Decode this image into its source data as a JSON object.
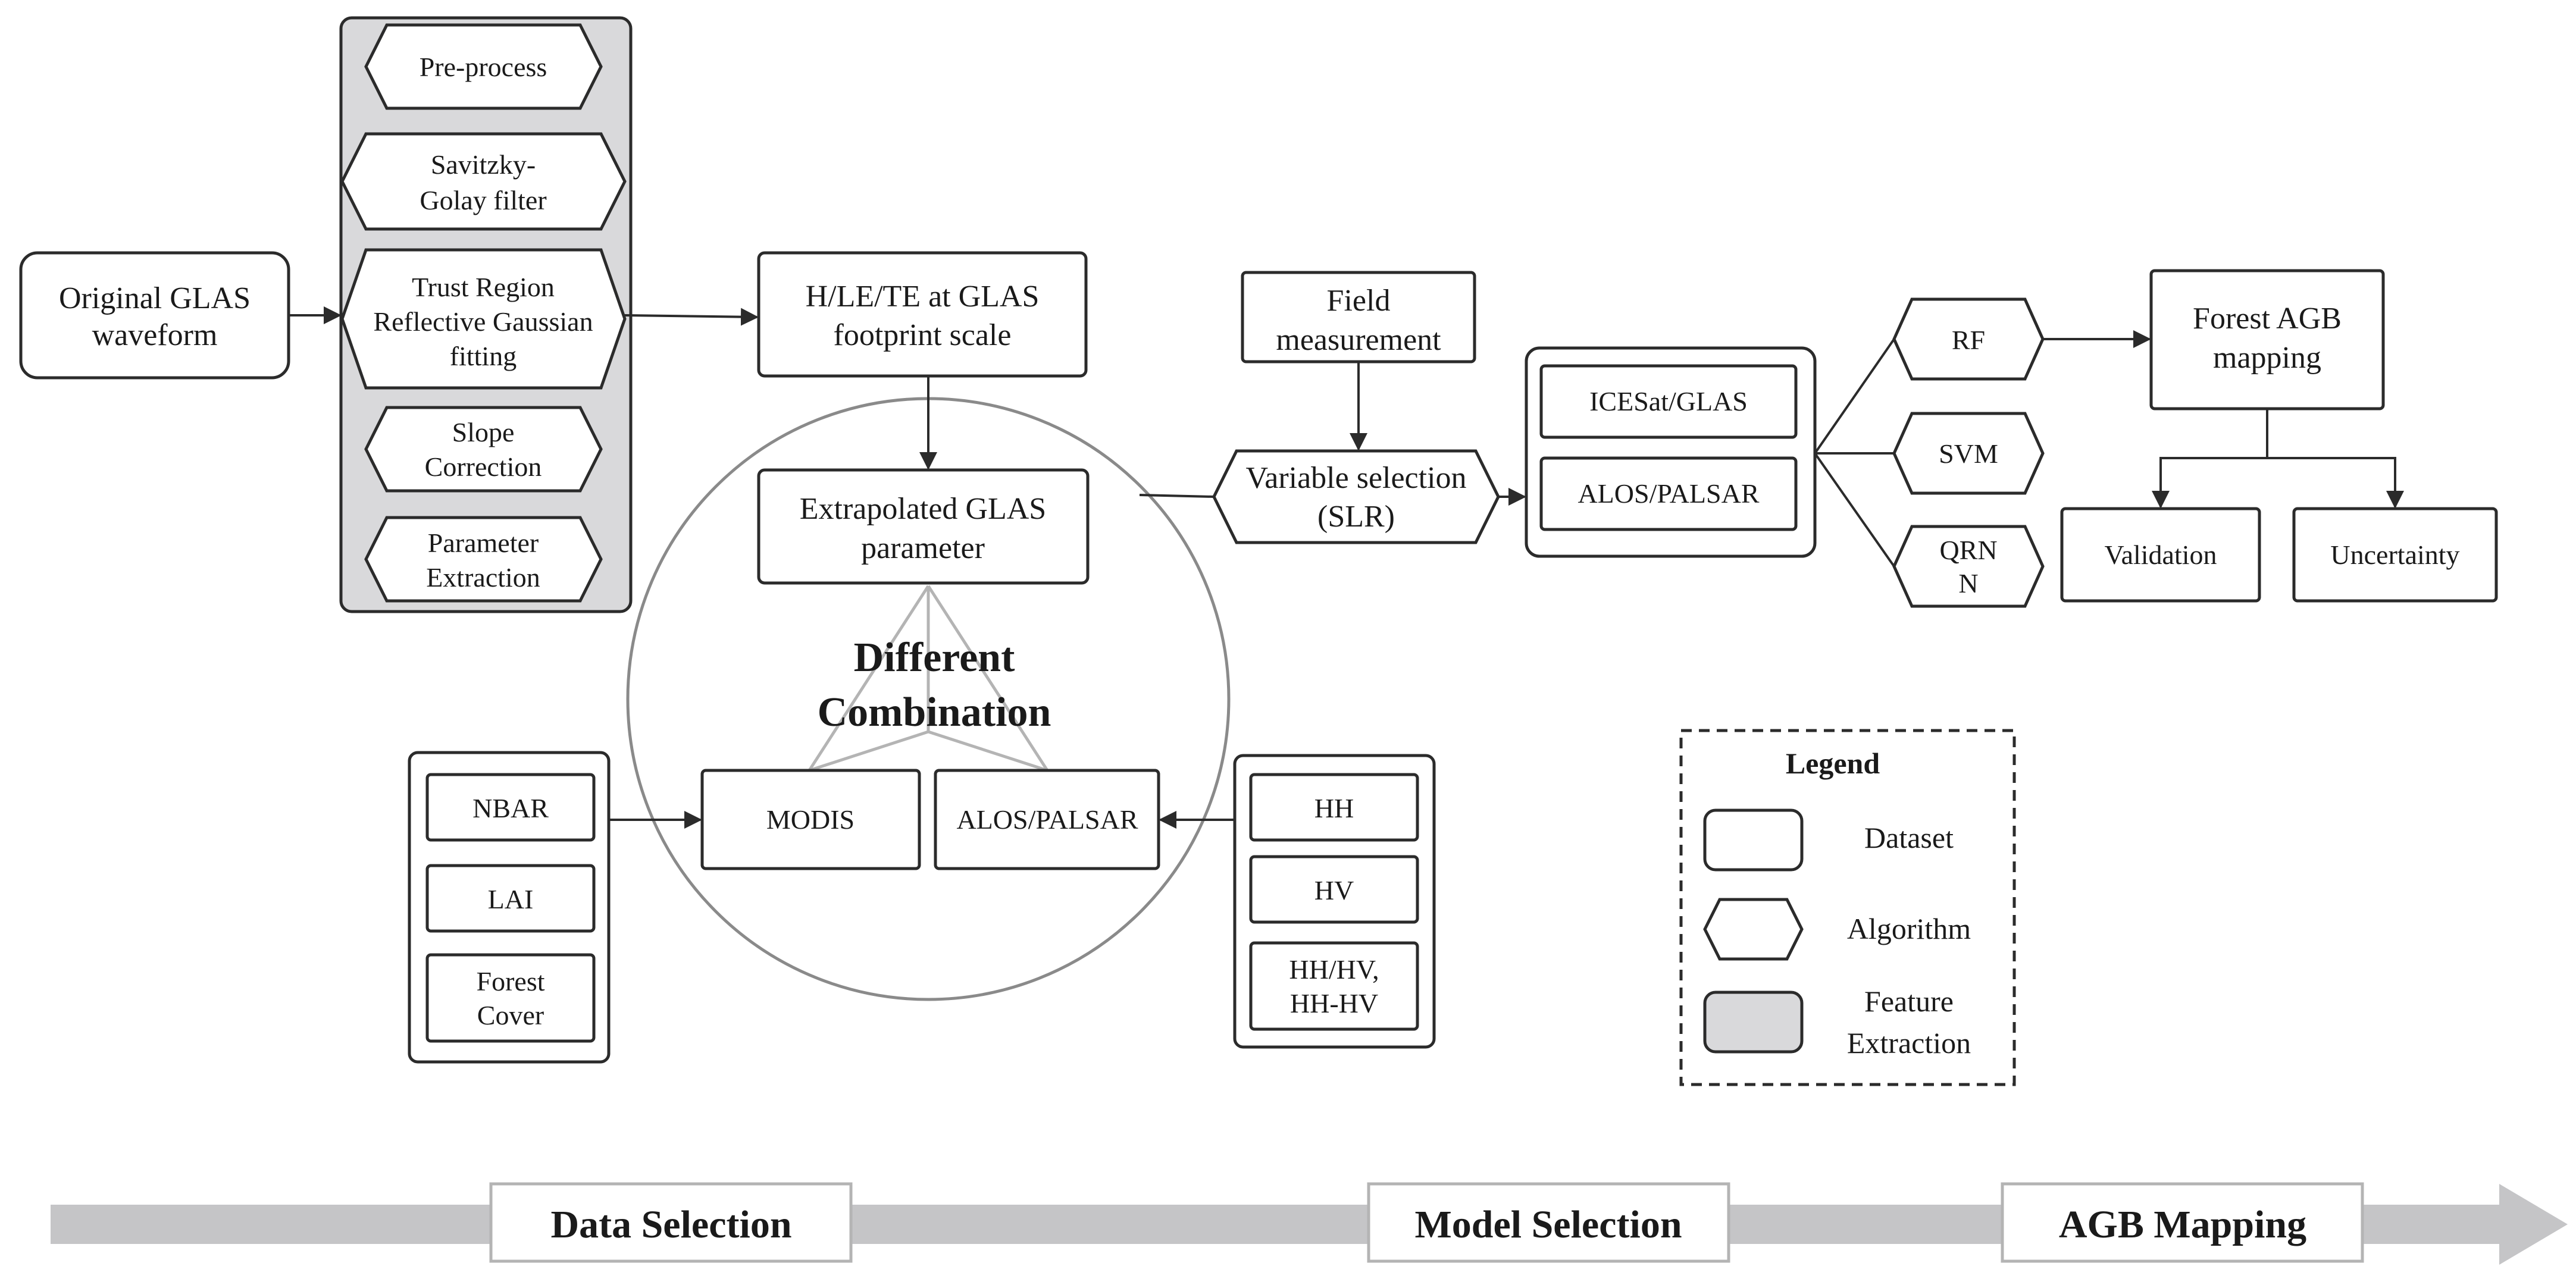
{
  "colors": {
    "field": "#f7cacd",
    "rf": "#f7cacd",
    "svm": "#cfe4f4",
    "qrnn": "#cfe4f4",
    "modis": "#cfe4f4",
    "palsar": "#cfe4f4",
    "agb": "#c7e4be",
    "feature_bg": "#d9d9db",
    "arrow_band": "#c5c5c7"
  },
  "nodes": {
    "original_glas": [
      "Original GLAS",
      "waveform"
    ],
    "preprocess": [
      "Pre-process"
    ],
    "savitzky": [
      "Savitzky-",
      "Golay filter"
    ],
    "trust_region": [
      "Trust Region",
      "Reflective  Gaussian",
      "fitting"
    ],
    "slope": [
      "Slope",
      "Correction"
    ],
    "parameter": [
      "Parameter",
      "Extraction"
    ],
    "hlete": [
      "H/LE/TE at GLAS",
      "footprint scale"
    ],
    "extrapolated": [
      "Extrapolated GLAS",
      "parameter"
    ],
    "different": [
      "Different",
      "Combination"
    ],
    "modis": [
      "MODIS"
    ],
    "alos_center": [
      "ALOS/PALSAR"
    ],
    "nbar": [
      "NBAR"
    ],
    "lai": [
      "LAI"
    ],
    "forest_cover": [
      "Forest",
      "Cover"
    ],
    "hh": [
      "HH"
    ],
    "hv": [
      "HV"
    ],
    "hh_hv": [
      "HH/HV,",
      "HH-HV"
    ],
    "field": [
      "Field",
      "measurement"
    ],
    "variable": [
      "Variable selection",
      "(SLR)"
    ],
    "icesat": [
      "ICESat/GLAS"
    ],
    "alos_right": [
      "ALOS/PALSAR"
    ],
    "rf": [
      "RF"
    ],
    "svm": [
      "SVM"
    ],
    "qrnn": [
      "QRN",
      "N"
    ],
    "forest_agb": [
      "Forest AGB",
      "mapping"
    ],
    "validation": [
      "Validation"
    ],
    "uncertainty": [
      "Uncertainty"
    ]
  },
  "legend": {
    "title": "Legend",
    "dataset": "Dataset",
    "algorithm": "Algorithm",
    "feature": [
      "Feature",
      "Extraction"
    ]
  },
  "stages": {
    "data_selection": "Data Selection",
    "model_selection": "Model Selection",
    "agb_mapping": "AGB Mapping"
  }
}
